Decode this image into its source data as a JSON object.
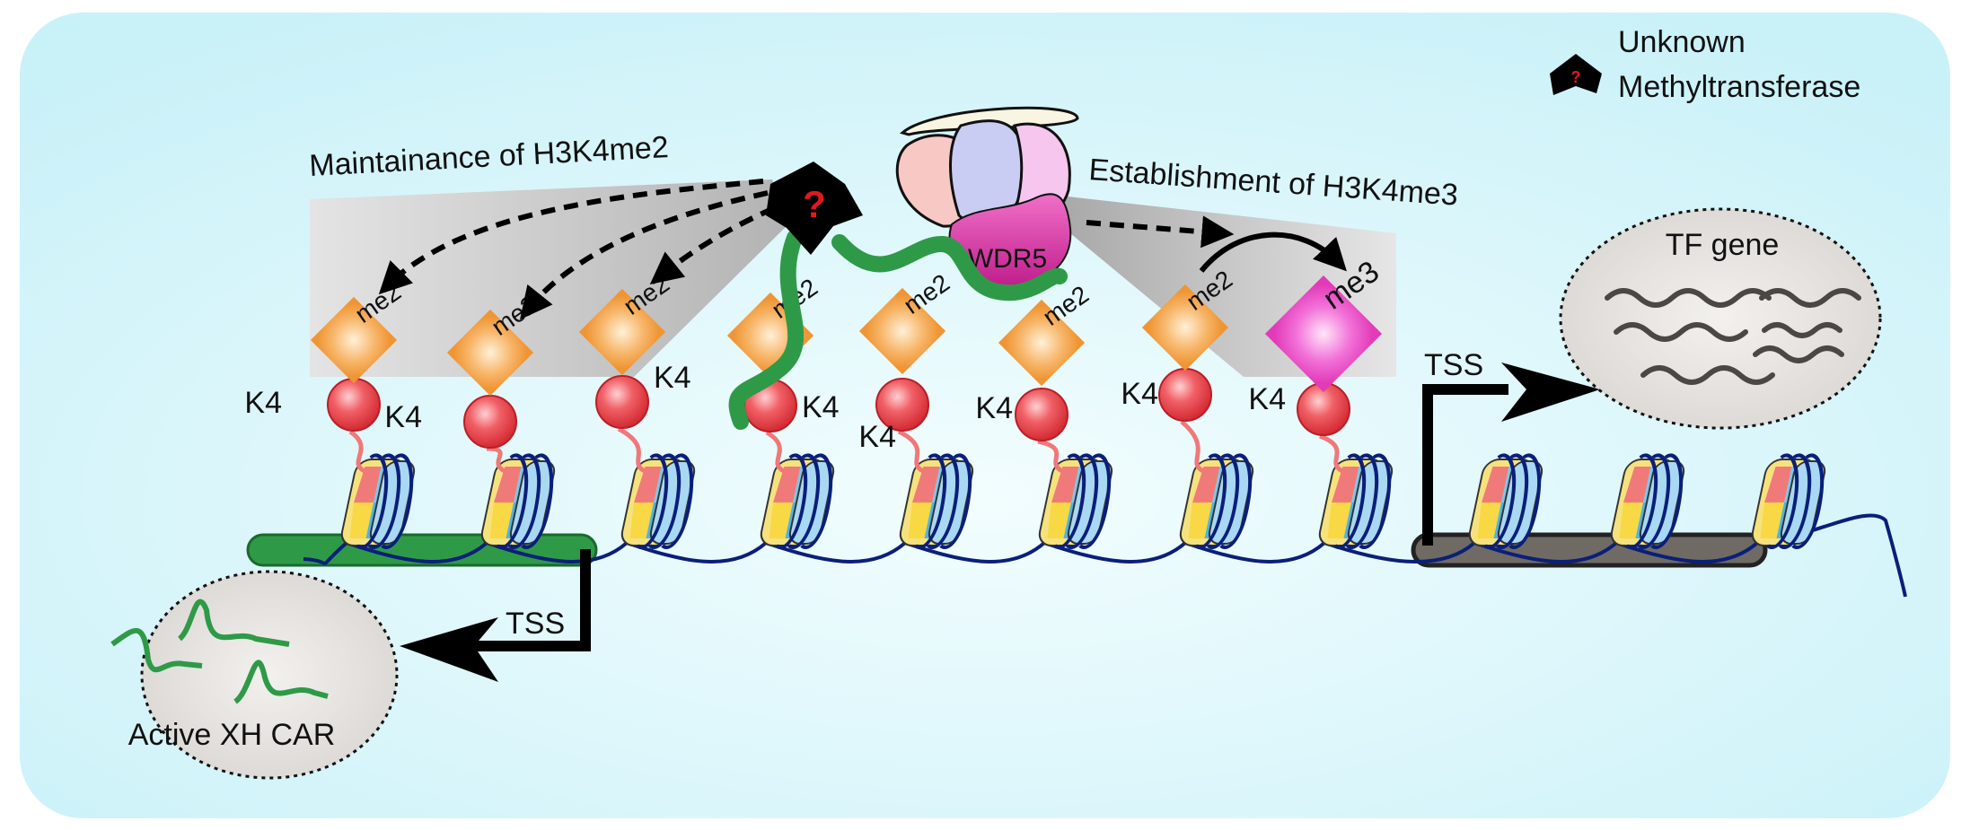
{
  "legend": {
    "icon": "question-star-icon",
    "line1": "Unknown",
    "line2": "Methyltransferase"
  },
  "labels": {
    "maintenance": "Maintainance of H3K4me2",
    "establishment": "Establishment of H3K4me3",
    "wdr5": "WDR5",
    "question_mark": "?",
    "tss_left": "TSS",
    "tss_right": "TSS",
    "tf_gene": "TF gene",
    "active_car": "Active XH CAR"
  },
  "marks": [
    {
      "residue": "K4",
      "mod": "me2"
    },
    {
      "residue": "K4",
      "mod": "me2"
    },
    {
      "residue": "K4",
      "mod": "me2"
    },
    {
      "residue": "K4",
      "mod": "me2"
    },
    {
      "residue": "K4",
      "mod": "me2"
    },
    {
      "residue": "K4",
      "mod": "me2"
    },
    {
      "residue": "K4",
      "mod": "me2"
    },
    {
      "residue": "K4",
      "mod": "me3"
    }
  ],
  "colors": {
    "background": "#d8f5fa",
    "dna": "#0a1f7a",
    "lysine": "#e8303c",
    "me2": "#f4a24b",
    "me3": "#ee3fc2",
    "active_region": "#2e9a47",
    "inactive_region": "#6f6a64",
    "shadow": "#b9b9b9"
  }
}
